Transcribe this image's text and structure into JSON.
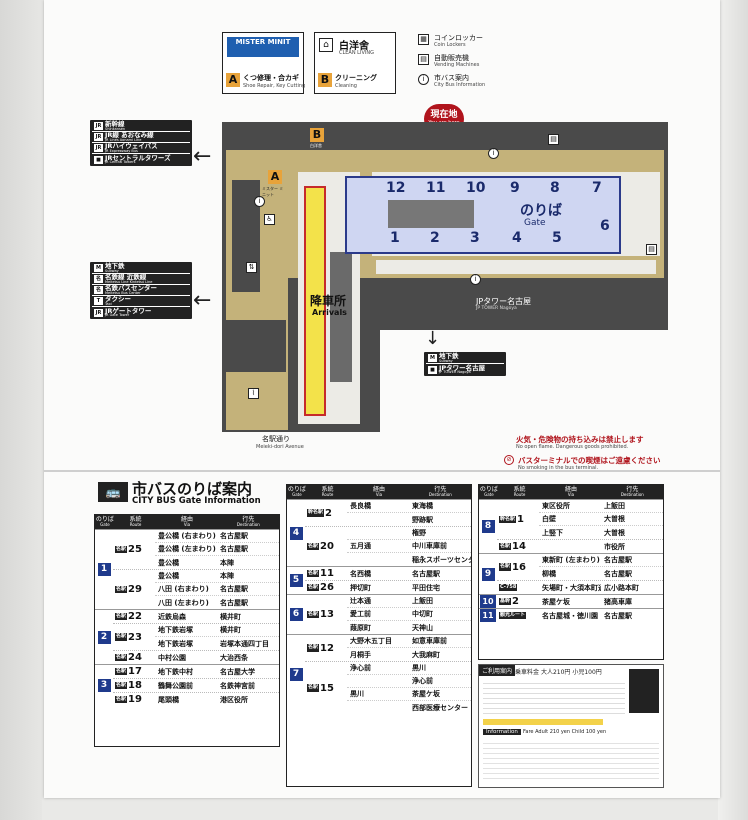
{
  "shops": [
    {
      "letter": "A",
      "brand": "MISTER MINIT",
      "name": "くつ修理・合カギ",
      "name_en": "Shoe Repair, Key Cutting"
    },
    {
      "letter": "B",
      "brand": "白洋舍",
      "brand_en": "CLEAN LIVING",
      "name": "クリーニング",
      "name_en": "Cleaning"
    }
  ],
  "legend": [
    {
      "icon": "coin-locker-icon",
      "label": "コインロッカー",
      "label_en": "Coin Lockers"
    },
    {
      "icon": "vending-icon",
      "label": "自動販売機",
      "label_en": "Vending Machines"
    },
    {
      "icon": "info-icon",
      "label": "市バス案内",
      "label_en": "City Bus Information"
    }
  ],
  "you_are_here": {
    "ja": "現在地",
    "en": "You are here"
  },
  "map": {
    "gate_label": "のりば",
    "gate_label_en": "Gate",
    "gate_numbers_top": [
      "12",
      "11",
      "10",
      "9",
      "8",
      "7"
    ],
    "gate_numbers_bottom": [
      "1",
      "2",
      "3",
      "4",
      "5"
    ],
    "gate_number_right": "6",
    "arrivals_ja": "降車所",
    "arrivals_en": "Arrivals",
    "street_ja": "名駅通り",
    "street_en": "Meieki-dori Avenue",
    "tower_ja": "JPタワー名古屋",
    "tower_en": "JP TOWER Nagoya",
    "shop_a_label": "A",
    "shop_b_label": "B",
    "shop_b_sub": "白洋舍",
    "shop_a_sub": "ミスター ミニット"
  },
  "dest_top": [
    {
      "icon": "JR",
      "label": "新幹線",
      "label_en": "Shinkansen"
    },
    {
      "icon": "JR",
      "label": "JR線 あおなみ線",
      "label_en": "JR Lines  Aonami Line"
    },
    {
      "icon": "JR",
      "label": "JRハイウェイバス",
      "label_en": "JR Expressway Bus"
    },
    {
      "icon": "■",
      "label": "JRセントラルタワーズ",
      "label_en": "JR Central Towers"
    }
  ],
  "dest_mid": [
    {
      "icon": "M",
      "label": "地下鉄",
      "label_en": "Subway"
    },
    {
      "icon": "名",
      "label": "名鉄線 近鉄線",
      "label_en": "Meitetsu Line  Kintetsu Line"
    },
    {
      "icon": "名",
      "label": "名鉄バスセンター",
      "label_en": "Meitetsu Bus Center"
    },
    {
      "icon": "T",
      "label": "タクシー",
      "label_en": "Taxi"
    },
    {
      "icon": "JR",
      "label": "JRゲートタワー",
      "label_en": "JR Gate Tower"
    }
  ],
  "dest_bottom": [
    {
      "icon": "M",
      "label": "地下鉄",
      "label_en": "Subway"
    },
    {
      "icon": "■",
      "label": "JPタワー名古屋",
      "label_en": "JP TOWER Nagoya"
    }
  ],
  "warnings": [
    {
      "ja": "火気・危険物の持ち込みは禁止します",
      "en": "No open flame. Dangerous goods prohibited."
    },
    {
      "ja": "バスターミナルでの喫煙はご遠慮ください",
      "en": "No smoking in the bus terminal."
    }
  ],
  "bus_info": {
    "title_ja": "市バスのりば案内",
    "title_en": "CITY BUS Gate Information",
    "headers": {
      "gate": "のりば",
      "gate_en": "Gate",
      "route": "系統",
      "route_en": "Route",
      "via": "経由",
      "via_en": "Via",
      "dest": "行先",
      "dest_en": "Destination"
    }
  },
  "table1": [
    {
      "gate": "1",
      "routes": [
        {
          "prefix": "名駅",
          "num": "25",
          "stops": [
            {
              "via": "豊公橋 (右まわり)",
              "dest": "名古屋駅"
            },
            {
              "via": "豊公橋 (左まわり)",
              "dest": "名古屋駅"
            },
            {
              "via": "豊公橋",
              "dest": "本陣"
            }
          ]
        },
        {
          "prefix": "名駅",
          "num": "29",
          "stops": [
            {
              "via": "豊公橋",
              "dest": "本陣"
            },
            {
              "via": "八田 (右まわり)",
              "dest": "名古屋駅"
            },
            {
              "via": "八田 (左まわり)",
              "dest": "名古屋駅"
            }
          ]
        }
      ]
    },
    {
      "gate": "2",
      "routes": [
        {
          "prefix": "名駅",
          "num": "22",
          "stops": [
            {
              "via": "近鉄烏森",
              "dest": "横井町"
            }
          ]
        },
        {
          "prefix": "名駅",
          "num": "23",
          "stops": [
            {
              "via": "地下鉄岩塚",
              "dest": "横井町"
            },
            {
              "via": "地下鉄岩塚",
              "dest": "岩塚本通四丁目"
            }
          ]
        },
        {
          "prefix": "名駅",
          "num": "24",
          "stops": [
            {
              "via": "中村公園",
              "dest": "大治西条"
            }
          ]
        }
      ]
    },
    {
      "gate": "3",
      "routes": [
        {
          "prefix": "名駅",
          "num": "17",
          "stops": [
            {
              "via": "地下鉄中村",
              "dest": "名古屋大学"
            }
          ]
        },
        {
          "prefix": "名駅",
          "num": "18",
          "stops": [
            {
              "via": "鶴舞公園前",
              "dest": "名鉄神宮前"
            }
          ]
        },
        {
          "prefix": "名駅",
          "num": "19",
          "stops": [
            {
              "via": "尾頭橋",
              "dest": "港区役所"
            }
          ]
        }
      ]
    }
  ],
  "table2": [
    {
      "gate": "4",
      "routes": [
        {
          "prefix": "幹名駅",
          "num": "2",
          "stops": [
            {
              "via": "長良橋",
              "dest": "東海橋"
            },
            {
              "via": "",
              "dest": "野跡駅"
            }
          ]
        },
        {
          "prefix": "名駅",
          "num": "20",
          "stops": [
            {
              "via": "",
              "dest": "権野"
            },
            {
              "via": "五月通",
              "dest": "中川車庫前"
            },
            {
              "via": "",
              "dest": "稲永スポーツセンター"
            }
          ]
        }
      ]
    },
    {
      "gate": "5",
      "routes": [
        {
          "prefix": "名駅",
          "num": "11",
          "stops": [
            {
              "via": "名西橋",
              "dest": "名古屋駅"
            }
          ]
        },
        {
          "prefix": "名駅",
          "num": "26",
          "stops": [
            {
              "via": "押切町",
              "dest": "平田住宅"
            }
          ]
        }
      ]
    },
    {
      "gate": "6",
      "routes": [
        {
          "prefix": "名駅",
          "num": "13",
          "stops": [
            {
              "via": "辻本通",
              "dest": "上飯田"
            },
            {
              "via": "愛工前",
              "dest": "中切町"
            },
            {
              "via": "葭原町",
              "dest": "天神山"
            }
          ]
        }
      ]
    },
    {
      "gate": "7",
      "routes": [
        {
          "prefix": "名駅",
          "num": "12",
          "stops": [
            {
              "via": "大野木五丁目",
              "dest": "如意車庫前"
            },
            {
              "via": "月桐手",
              "dest": "大我麻町"
            }
          ]
        },
        {
          "prefix": "名駅",
          "num": "15",
          "stops": [
            {
              "via": "浄心前",
              "dest": "黒川"
            },
            {
              "via": "",
              "dest": "浄心前"
            },
            {
              "via": "黒川",
              "dest": "茶屋ケ坂"
            },
            {
              "via": "",
              "dest": "西部医療センター"
            }
          ]
        }
      ]
    }
  ],
  "table3": [
    {
      "gate": "8",
      "routes": [
        {
          "prefix": "幹名駅",
          "num": "1",
          "stops": [
            {
              "via": "東区役所",
              "dest": "上飯田"
            },
            {
              "via": "白壁",
              "dest": "大曽根"
            },
            {
              "via": "上竪下",
              "dest": "大曽根"
            }
          ]
        },
        {
          "prefix": "名駅",
          "num": "14",
          "stops": [
            {
              "via": "",
              "dest": "市役所"
            }
          ]
        }
      ]
    },
    {
      "gate": "9",
      "routes": [
        {
          "prefix": "名駅",
          "num": "16",
          "stops": [
            {
              "via": "東新町 (左まわり)",
              "dest": "名古屋駅"
            },
            {
              "via": "柳橋",
              "dest": "名古屋駅"
            }
          ]
        },
        {
          "prefix": "C-758",
          "num": "",
          "stops": [
            {
              "via": "矢場町・大須本町通",
              "dest": "広小路本町"
            }
          ]
        }
      ]
    },
    {
      "gate": "10",
      "routes": [
        {
          "prefix": "基幹",
          "num": "2",
          "stops": [
            {
              "via": "茶屋ケ坂",
              "dest": "猪高車庫"
            }
          ]
        }
      ]
    },
    {
      "gate": "11",
      "routes": [
        {
          "prefix": "観光ルート",
          "num": "",
          "stops": [
            {
              "via": "名古屋城・徳川園",
              "dest": "名古屋駅"
            }
          ]
        }
      ]
    }
  ],
  "fare": {
    "title": "ご利用案内",
    "fare_label": "乗車料金",
    "adult": "大人210円",
    "child": "小児100円",
    "en_title": "Information",
    "en_fare": "Fare  Adult 210 yen  Child 100 yen"
  }
}
